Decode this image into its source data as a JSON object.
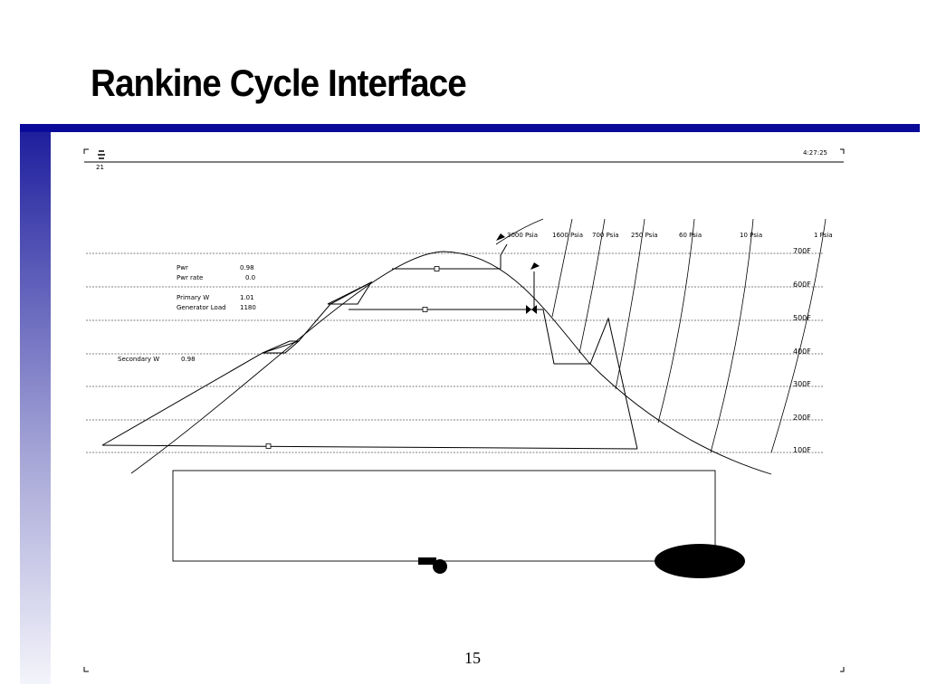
{
  "title": "Rankine Cycle Interface",
  "slide_number": "15",
  "panel": {
    "clock": "4:27:25",
    "counter": "21",
    "readouts": {
      "pwr_label": "Pwr",
      "pwr_value": "0.98",
      "pwr_rate_label": "Pwr rate",
      "pwr_rate_value": "0.0",
      "primary_w_label": "Primary W",
      "primary_w_value": "1.01",
      "generator_load_label": "Generator Load",
      "generator_load_value": "1180",
      "secondary_w_label": "Secondary W",
      "secondary_w_value": "0.98"
    },
    "pressure_labels": [
      "3000 Psia",
      "1600 Psia",
      "700 Psia",
      "250 Psia",
      "60 Psia",
      "10 Psia",
      "1 Psia"
    ],
    "temperature_labels": [
      "700F",
      "600F",
      "500F",
      "400F",
      "300F",
      "200F",
      "100F"
    ]
  },
  "colors": {
    "bar": "#0a0a9a"
  }
}
